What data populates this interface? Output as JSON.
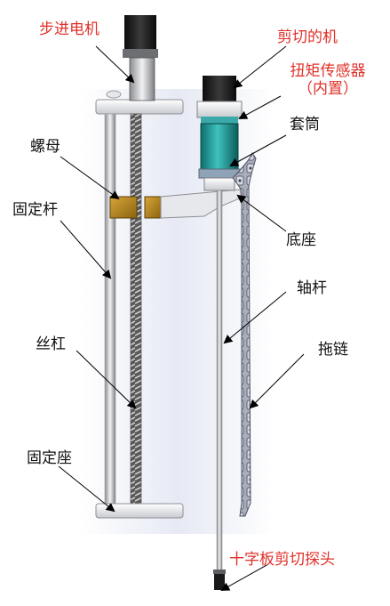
{
  "labels": {
    "stepper_motor": "步进电机",
    "cutting_motor": "剪切的机",
    "torque_sensor_line1": "扭矩传感器",
    "torque_sensor_line2": "（内置）",
    "sleeve": "套筒",
    "nut": "螺母",
    "fixed_rod": "固定杆",
    "base": "底座",
    "shaft": "轴杆",
    "lead_screw": "丝杠",
    "drag_chain": "拖链",
    "fixed_seat": "固定座",
    "vane_probe": "十字板剪切探头"
  },
  "colors": {
    "red_label": "#e0302a",
    "black_label": "#111111",
    "motor_body": "#1e1e1e",
    "sleeve_teal": "#1f9c9a",
    "nut_gold": "#b8860b",
    "background_panel": "#eceef7"
  }
}
